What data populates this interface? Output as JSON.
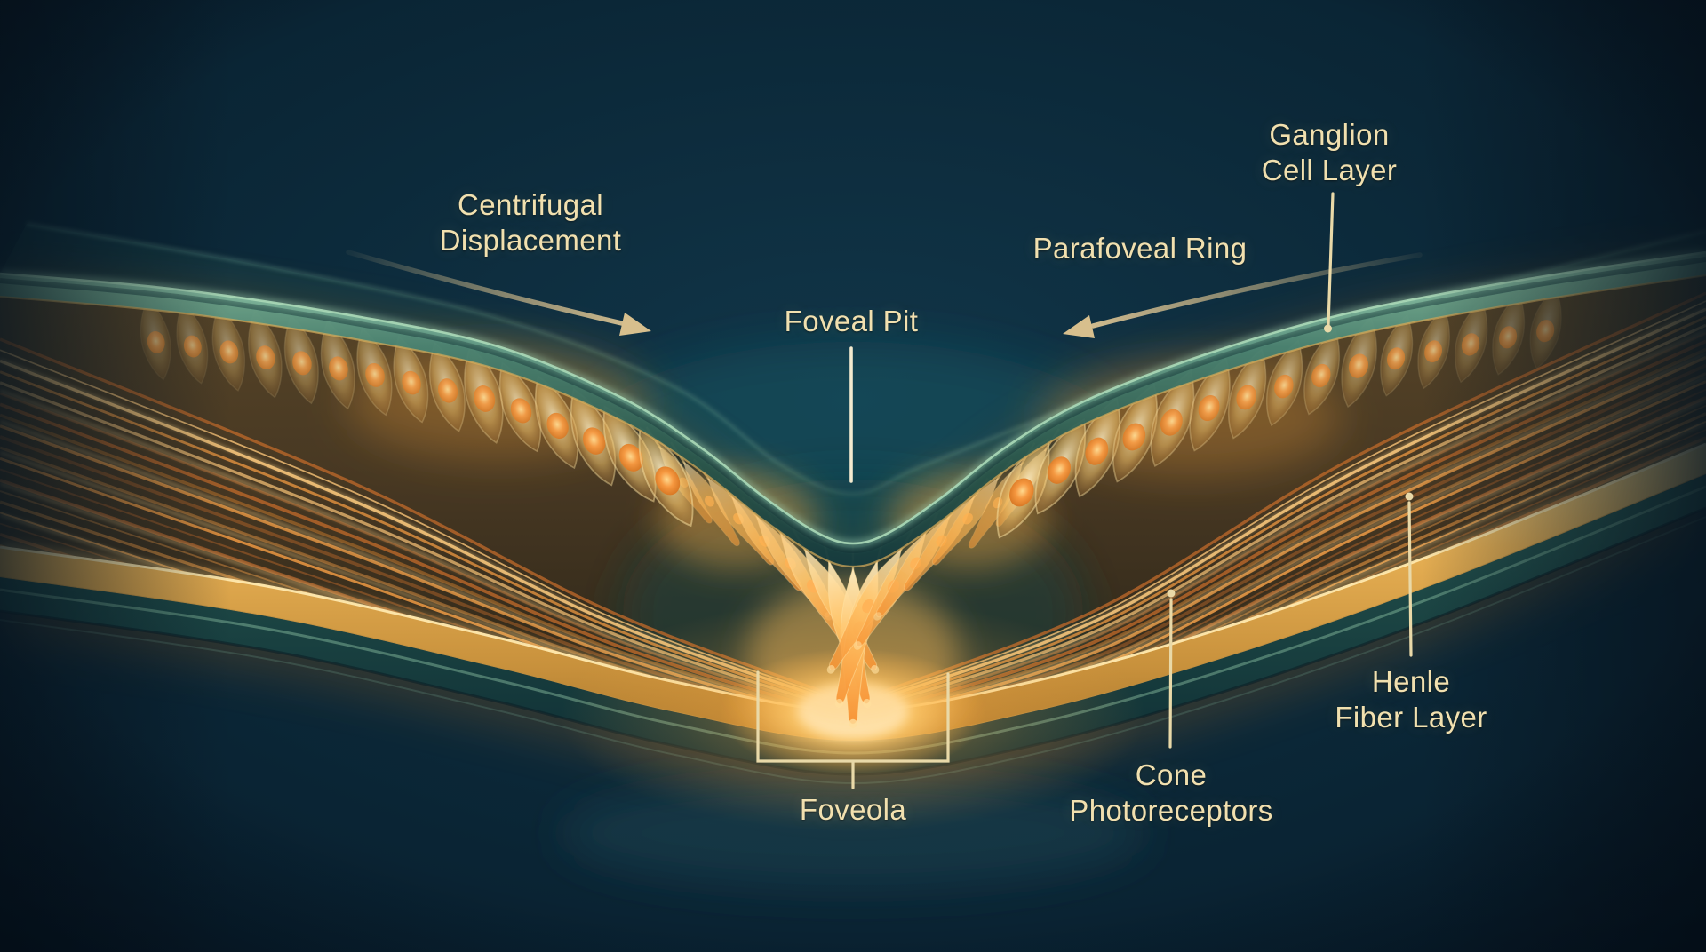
{
  "labels": {
    "centrifugal_displacement": {
      "line1": "Centrifugal",
      "line2": "Displacement"
    },
    "foveal_pit": {
      "text": "Foveal Pit"
    },
    "parafoveal_ring": {
      "text": "Parafoveal Ring"
    },
    "ganglion_cell_layer": {
      "line1": "Ganglion",
      "line2": "Cell Layer"
    },
    "henle_fiber_layer": {
      "line1": "Henle",
      "line2": "Fiber Layer"
    },
    "cone_photoreceptors": {
      "line1": "Cone",
      "line2": "Photoreceptors"
    },
    "foveola": {
      "text": "Foveola"
    }
  },
  "colors": {
    "background_navy": "#0b2534",
    "label_text": "#f1e0af",
    "leader_line": "#e9d9a8",
    "arrow_tan": "#d7bf8d",
    "membrane_teal": "#4e8a77",
    "tissue_gold": "#edb85e",
    "fiber_orange": "#f09a42",
    "glow_warm": "#ffeec2"
  }
}
